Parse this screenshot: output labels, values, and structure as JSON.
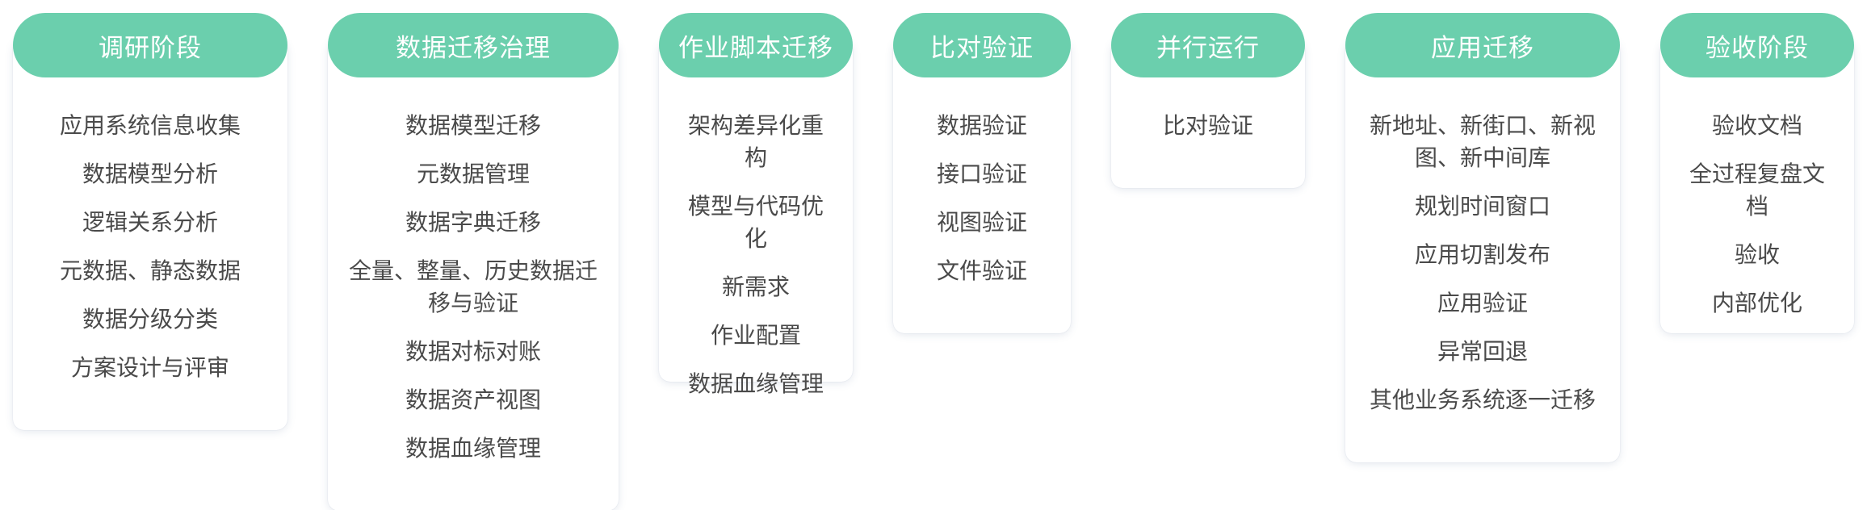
{
  "colors": {
    "header_bg": "#6bcfad",
    "header_text": "#ffffff",
    "item_text": "#4a4a4a",
    "card_bg": "#ffffff"
  },
  "phases": [
    {
      "title": "调研阶段",
      "items": [
        "应用系统信息收集",
        "数据模型分析",
        "逻辑关系分析",
        "元数据、静态数据",
        "数据分级分类",
        "方案设计与评审"
      ]
    },
    {
      "title": "数据迁移治理",
      "items": [
        "数据模型迁移",
        "元数据管理",
        "数据字典迁移",
        "全量、整量、历史数据迁移与验证",
        "数据对标对账",
        "数据资产视图",
        "数据血缘管理"
      ]
    },
    {
      "title": "作业脚本迁移",
      "items": [
        "架构差异化重构",
        "模型与代码优化",
        "新需求",
        "作业配置",
        "数据血缘管理"
      ]
    },
    {
      "title": "比对验证",
      "items": [
        "数据验证",
        "接口验证",
        "视图验证",
        "文件验证"
      ]
    },
    {
      "title": "并行运行",
      "items": [
        "比对验证"
      ]
    },
    {
      "title": "应用迁移",
      "items": [
        "新地址、新街口、新视图、新中间库",
        "规划时间窗口",
        "应用切割发布",
        "应用验证",
        "异常回退",
        "其他业务系统逐一迁移"
      ]
    },
    {
      "title": "验收阶段",
      "items": [
        "验收文档",
        "全过程复盘文档",
        "验收",
        "内部优化"
      ]
    }
  ]
}
